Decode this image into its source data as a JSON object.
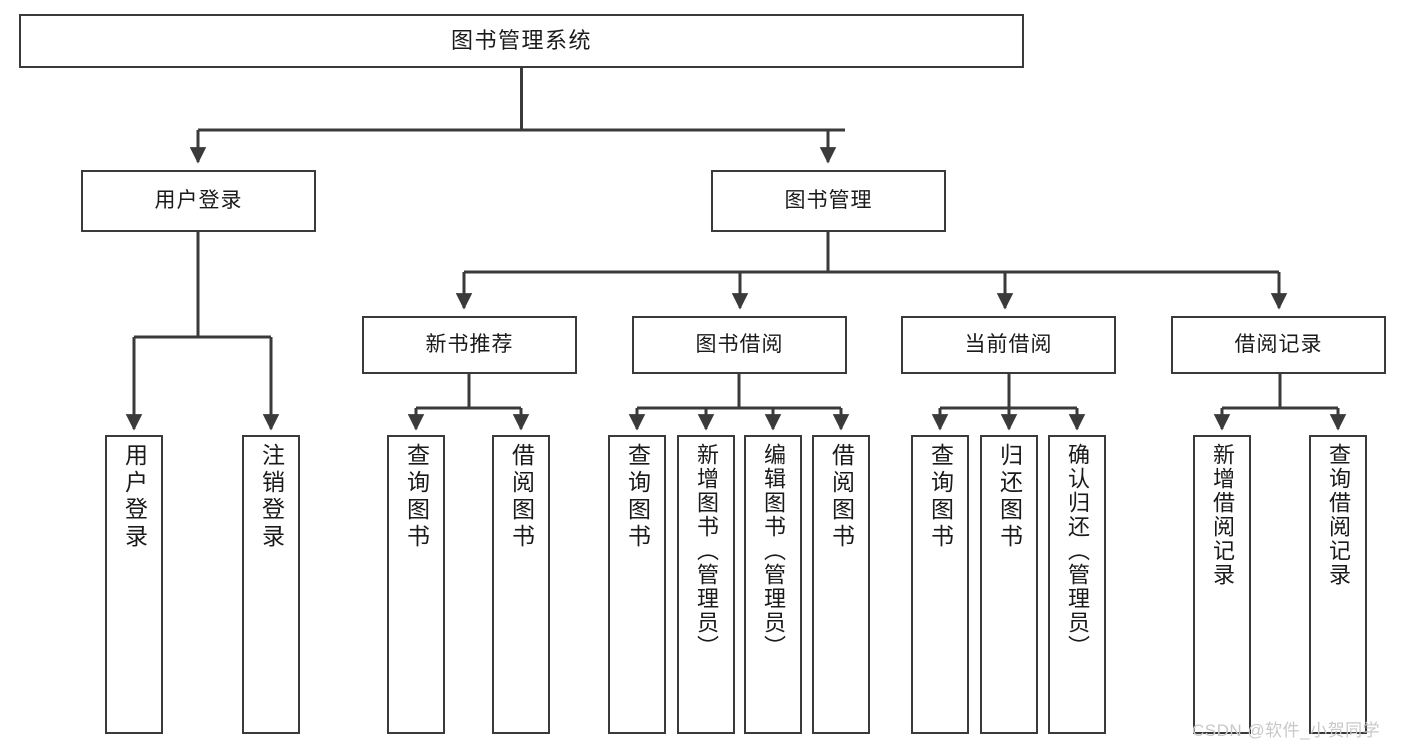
{
  "diagram": {
    "title": "图书管理系统",
    "type": "tree",
    "watermark": "CSDN @软件_小贺同学",
    "colors": {
      "stroke": "#3a3a3a",
      "fill": "#ffffff",
      "text": "#1a1a1a",
      "watermark": "#c8c8c8"
    },
    "nodes": {
      "root": {
        "label": "图书管理系统"
      },
      "level2": [
        {
          "id": "user-login",
          "label": "用户登录"
        },
        {
          "id": "book-manage",
          "label": "图书管理"
        }
      ],
      "level3": [
        {
          "id": "new-book-recommend",
          "label": "新书推荐"
        },
        {
          "id": "book-borrow",
          "label": "图书借阅"
        },
        {
          "id": "current-borrow",
          "label": "当前借阅"
        },
        {
          "id": "borrow-record",
          "label": "借阅记录"
        }
      ],
      "leaves": {
        "user-login": [
          {
            "id": "login",
            "label": "用户登录"
          },
          {
            "id": "logout",
            "label": "注销登录"
          }
        ],
        "new-book-recommend": [
          {
            "id": "query-book-1",
            "label": "查询图书"
          },
          {
            "id": "borrow-book-1",
            "label": "借阅图书"
          }
        ],
        "book-borrow": [
          {
            "id": "query-book-2",
            "label": "查询图书"
          },
          {
            "id": "add-book",
            "label": "新增图书（管理员）"
          },
          {
            "id": "edit-book",
            "label": "编辑图书（管理员）"
          },
          {
            "id": "borrow-book-2",
            "label": "借阅图书"
          }
        ],
        "current-borrow": [
          {
            "id": "query-book-3",
            "label": "查询图书"
          },
          {
            "id": "return-book",
            "label": "归还图书"
          },
          {
            "id": "confirm-return",
            "label": "确认归还（管理员）"
          }
        ],
        "borrow-record": [
          {
            "id": "add-record",
            "label": "新增借阅记录"
          },
          {
            "id": "query-record",
            "label": "查询借阅记录"
          }
        ]
      }
    }
  }
}
